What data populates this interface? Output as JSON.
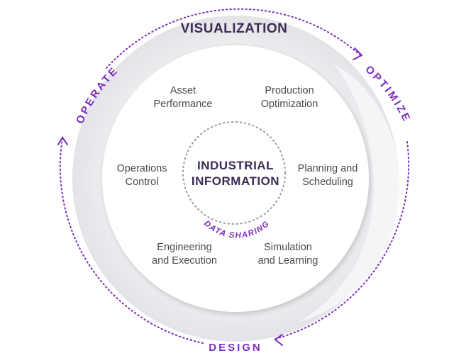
{
  "diagram": {
    "top_label": "VISUALIZATION",
    "cycle": {
      "operate": "OPERATE",
      "optimize": "OPTIMIZE",
      "design": "DESIGN"
    },
    "items": {
      "asset_performance": [
        "Asset",
        "Performance"
      ],
      "production_optimization": [
        "Production",
        "Optimization"
      ],
      "operations_control": [
        "Operations",
        "Control"
      ],
      "planning_scheduling": [
        "Planning and",
        "Scheduling"
      ],
      "engineering_execution": [
        "Engineering",
        "and Execution"
      ],
      "simulation_learning": [
        "Simulation",
        "and Learning"
      ]
    },
    "center": [
      "INDUSTRIAL",
      "INFORMATION"
    ],
    "data_sharing": "DATA SHARING",
    "colors": {
      "accent_purple": "#7b2cbf",
      "title_dark": "#3d2b55",
      "ring_gray": "#e9e9ec",
      "text_gray": "#4a4a4a"
    }
  }
}
